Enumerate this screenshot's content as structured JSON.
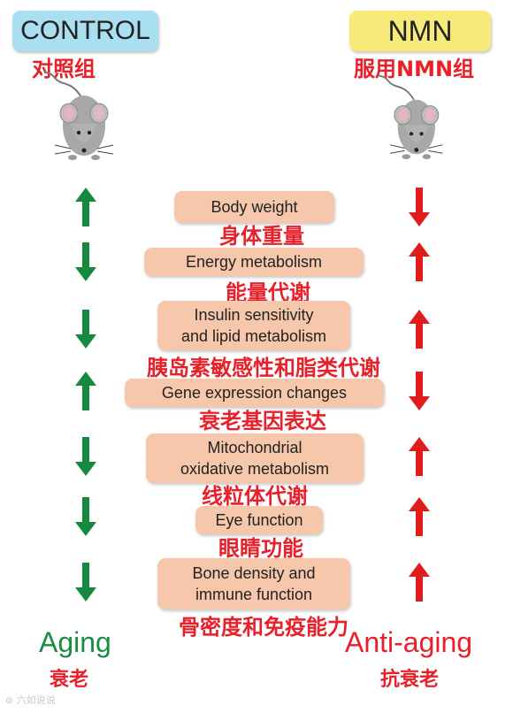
{
  "header": {
    "control_en": "CONTROL",
    "control_cn": "对照组",
    "nmn_en": "NMN",
    "nmn_cn": "服用NMN组"
  },
  "rows": [
    {
      "en1": "Body weight",
      "en2": "",
      "cn": "身体重量",
      "control_direction": "up",
      "nmn_direction": "down"
    },
    {
      "en1": "Energy metabolism",
      "en2": "",
      "cn": "能量代谢",
      "control_direction": "down",
      "nmn_direction": "up"
    },
    {
      "en1": "Insulin sensitivity",
      "en2": "and lipid metabolism",
      "cn": "胰岛素敏感性和脂类代谢",
      "control_direction": "down",
      "nmn_direction": "up"
    },
    {
      "en1": "Gene expression changes",
      "en2": "",
      "cn": "衰老基因表达",
      "control_direction": "up",
      "nmn_direction": "down"
    },
    {
      "en1": "Mitochondrial",
      "en2": "oxidative metabolism",
      "cn": "线粒体代谢",
      "control_direction": "down",
      "nmn_direction": "up"
    },
    {
      "en1": "Eye function",
      "en2": "",
      "cn": "眼睛功能",
      "control_direction": "down",
      "nmn_direction": "up"
    },
    {
      "en1": "Bone density and",
      "en2": "immune function",
      "cn": "骨密度和免疫能力",
      "control_direction": "down",
      "nmn_direction": "up"
    }
  ],
  "footer": {
    "aging_en": "Aging",
    "aging_cn": "衰老",
    "anti_en": "Anti-aging",
    "anti_cn": "抗衰老"
  },
  "watermark": "六如说说",
  "colors": {
    "control_arrow": "#158a3e",
    "nmn_arrow": "#e01c1c",
    "chinese_label": "#e8202a",
    "aging_green": "#1a8c44",
    "anti_red": "#e8202a",
    "pill_fill": "#f6c7ab",
    "control_header": "#a9dff0",
    "nmn_header": "#f7ea7a"
  },
  "icons": {
    "mouse": "mouse-icon",
    "up_arrow": "arrow-up-icon",
    "down_arrow": "arrow-down-icon"
  }
}
